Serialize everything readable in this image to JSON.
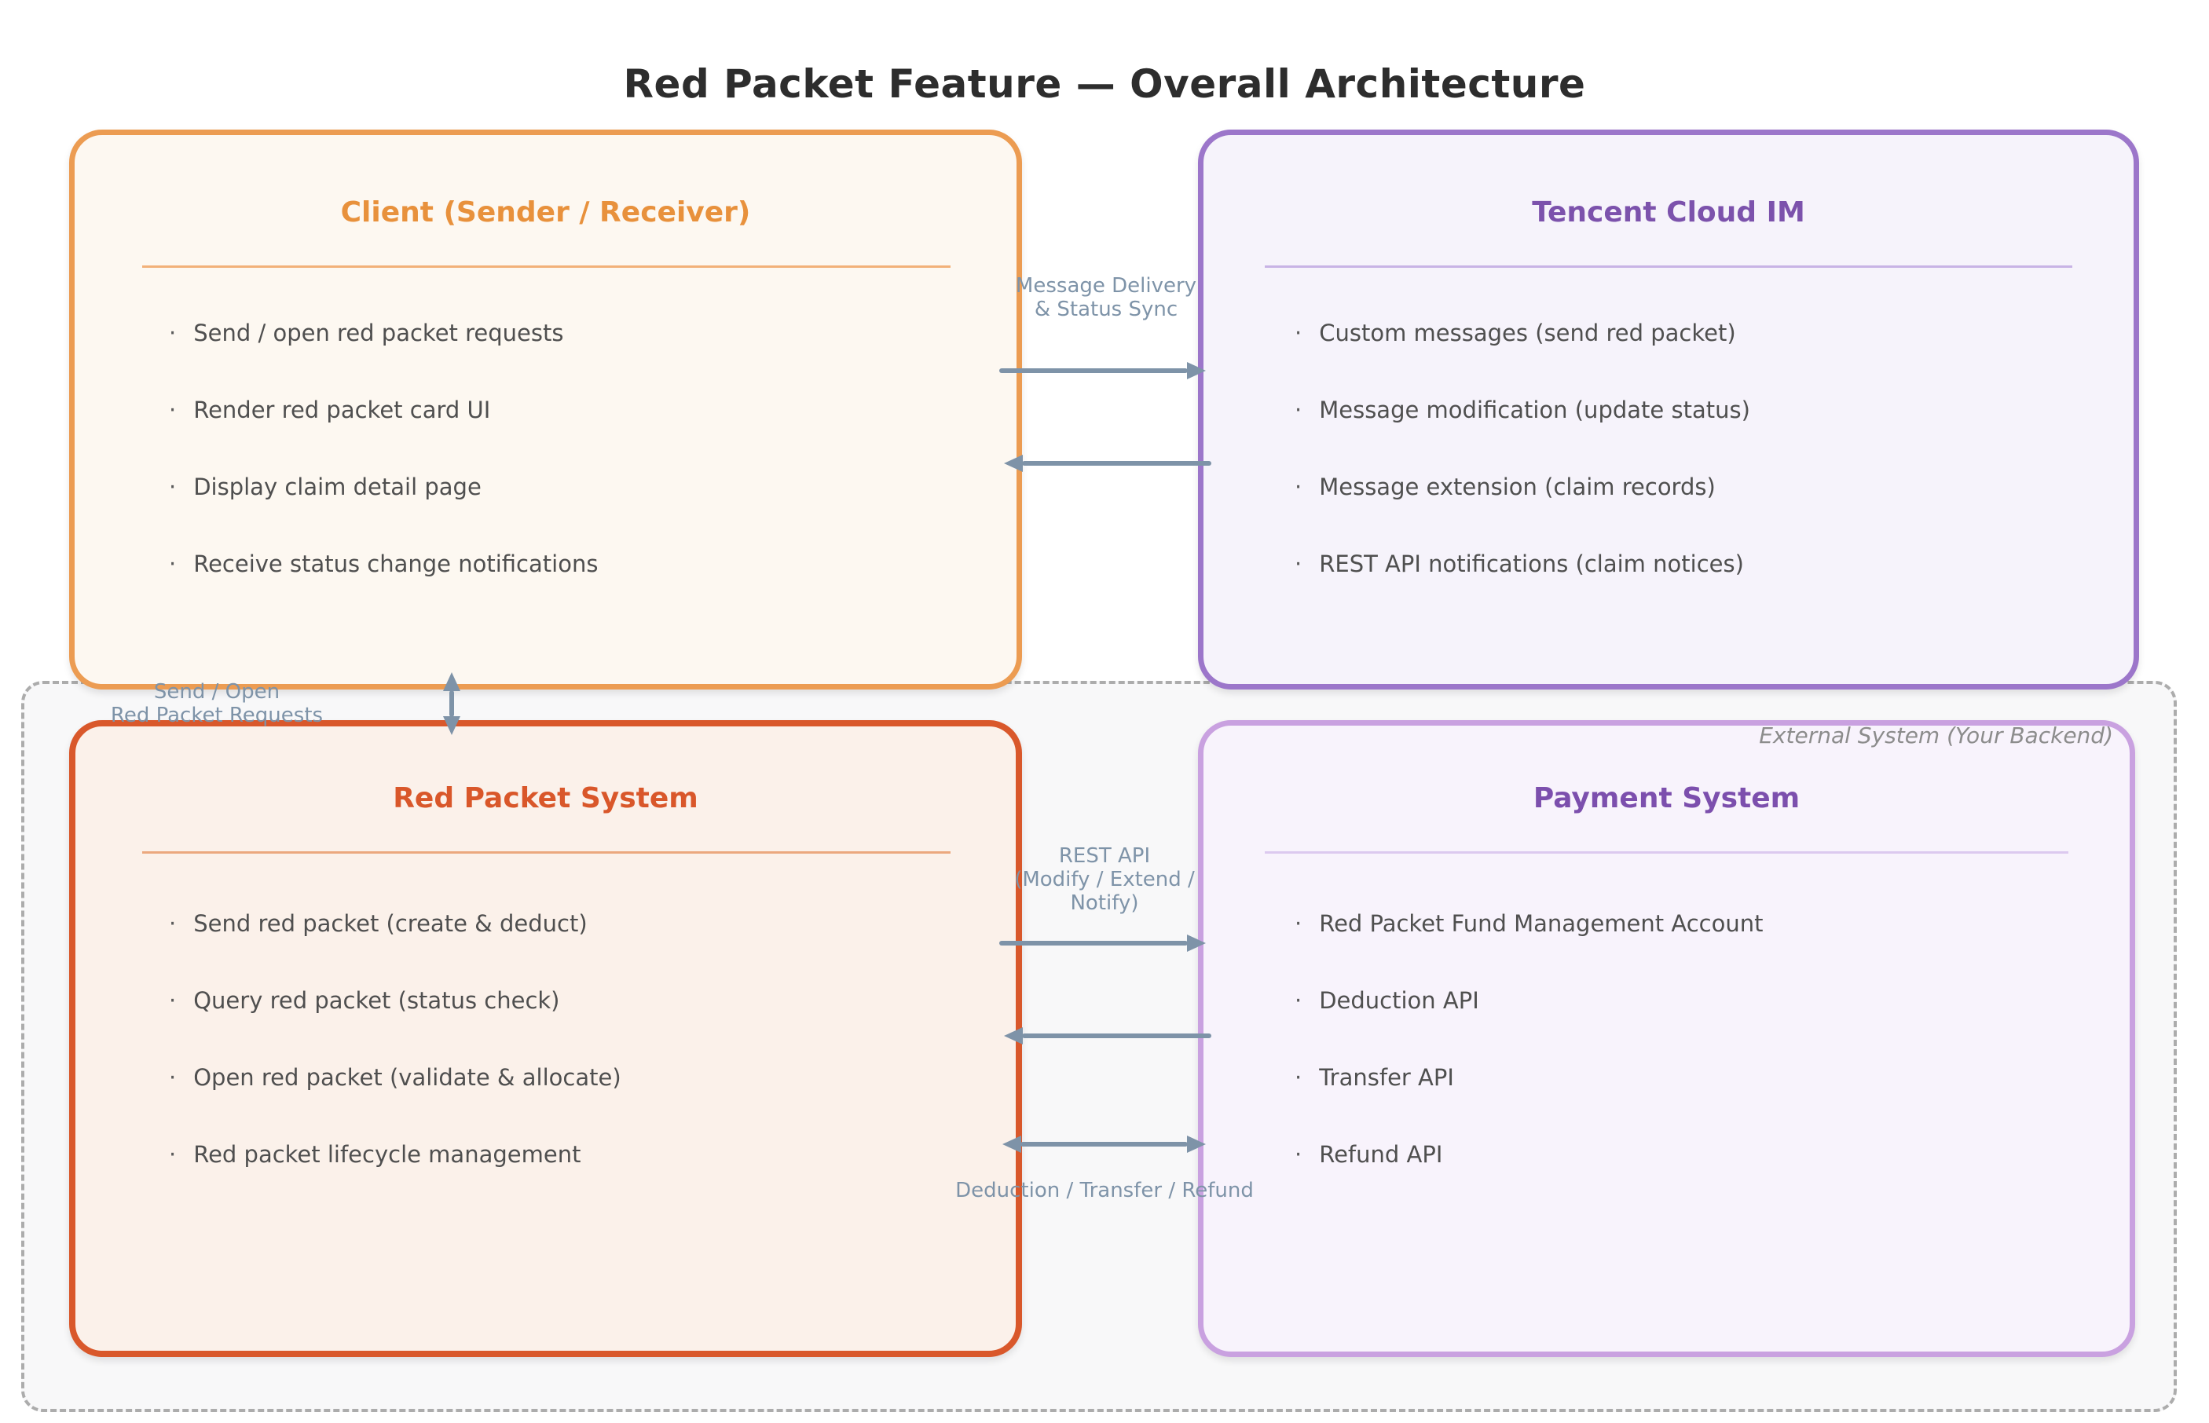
{
  "title": "Red Packet Feature — Overall Architecture",
  "bullet_char": "·",
  "external_label": "External System (Your Backend)",
  "boxes": {
    "client": {
      "title": "Client (Sender / Receiver)",
      "items": [
        "Send / open red packet requests",
        "Render red packet card UI",
        "Display claim detail page",
        "Receive status change notifications"
      ]
    },
    "tencent_im": {
      "title": "Tencent Cloud IM",
      "items": [
        "Custom messages (send red packet)",
        "Message modification (update status)",
        "Message extension (claim records)",
        "REST API notifications (claim notices)"
      ]
    },
    "red_packet": {
      "title": "Red Packet System",
      "items": [
        "Send red packet (create & deduct)",
        "Query red packet (status check)",
        "Open red packet (validate & allocate)",
        "Red packet lifecycle management"
      ]
    },
    "payment": {
      "title": "Payment System",
      "items": [
        "Red Packet Fund Management Account",
        "Deduction API",
        "Transfer API",
        "Refund API"
      ]
    }
  },
  "connections": {
    "client_im": {
      "line1": "Message Delivery",
      "line2": "& Status Sync"
    },
    "client_redpacket": {
      "line1": "Send / Open",
      "line2": "Red Packet Requests"
    },
    "redpacket_payment_api": {
      "line1": "REST API",
      "line2": "(Modify / Extend / Notify)"
    },
    "redpacket_payment_funds": "Deduction / Transfer / Refund"
  },
  "colors": {
    "client_border": "#EC9C52",
    "client_header": "#E8913C",
    "client_bg": "#FDF8F1",
    "im_border": "#9C76CA",
    "im_header": "#7C52AC",
    "im_bg": "#F6F3FB",
    "red_packet_border": "#D9582B",
    "red_packet_header": "#D9572A",
    "red_packet_bg": "#FBF1EA",
    "payment_border": "#C9A1E0",
    "payment_header": "#7C4FAD",
    "payment_bg": "#F8F3FC",
    "arrow": "#7E93A8",
    "item_text": "#4F4F4F",
    "dashed_border": "#ACACAC",
    "title_text": "#2D2D2D"
  }
}
